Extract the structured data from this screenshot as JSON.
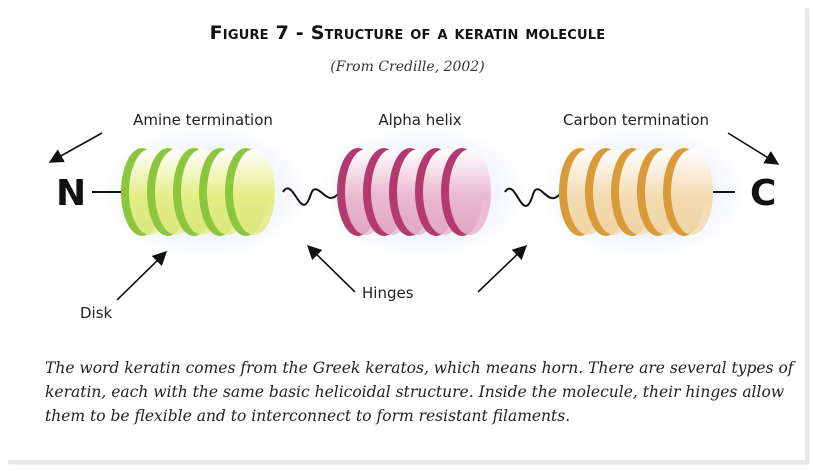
{
  "figure": {
    "title": "Figure 7 - Structure of a keratin molecule",
    "source": "(From Credille, 2002)"
  },
  "labels": {
    "amine": "Amine termination",
    "alpha": "Alpha helix",
    "carbon": "Carbon termination",
    "disk": "Disk",
    "hinges": "Hinges",
    "n_terminal": "N",
    "c_terminal": "C"
  },
  "colors": {
    "amine_disk": "#8cc63f",
    "amine_face": "#e4ee86",
    "alpha_disk": "#b23a6e",
    "alpha_face": "#e9b9d0",
    "carbon_disk": "#d99a3a",
    "carbon_face": "#f3dcb3"
  },
  "caption": "The word keratin comes from the Greek keratos, which means horn. There are several types of keratin, each with the same basic helicoidal structure. Inside the molecule, their hinges allow them to be flexible and to interconnect to form resistant filaments."
}
